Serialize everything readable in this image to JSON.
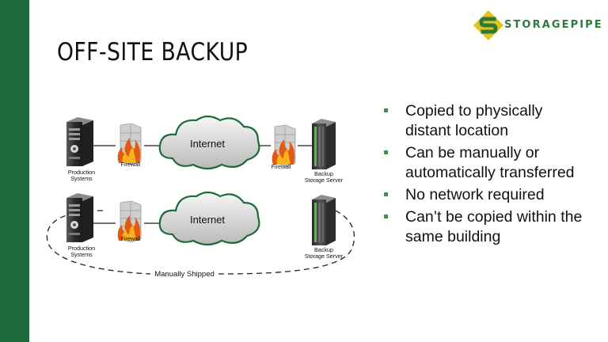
{
  "slide": {
    "title": "OFF-SITE BACKUP",
    "brand": "STORAGEPIPE",
    "colors": {
      "sidebar": "#1e6a3c",
      "accent": "#2e9a4a",
      "logo_yellow": "#e7c21b",
      "logo_green": "#2b7a3e"
    },
    "bullets": [
      {
        "line1": "Copied to physically",
        "line2": "distant location"
      },
      {
        "line1": "Can be manually or",
        "line2": "automatically transferred"
      },
      {
        "line1": "No network required",
        "line2": ""
      },
      {
        "line1": "Can’t be copied within the",
        "line2": "same building"
      }
    ]
  },
  "diagram": {
    "top": {
      "production_line1": "Production",
      "production_line2": "Systems",
      "firewall_left": "Firewall",
      "cloud": "Internet",
      "firewall_right": "Firewall",
      "backup_line1": "Backup",
      "backup_line2": "Storage Server"
    },
    "bottom": {
      "production_line1": "Production",
      "production_line2": "Systems",
      "firewall_left": "Firewall",
      "cloud": "Internet",
      "backup_line1": "Backup",
      "backup_line2": "Storage Server",
      "shipping": "Manually Shipped"
    },
    "icons": [
      "server-icon",
      "firewall-icon",
      "cloud-icon",
      "storage-rack-icon"
    ]
  }
}
